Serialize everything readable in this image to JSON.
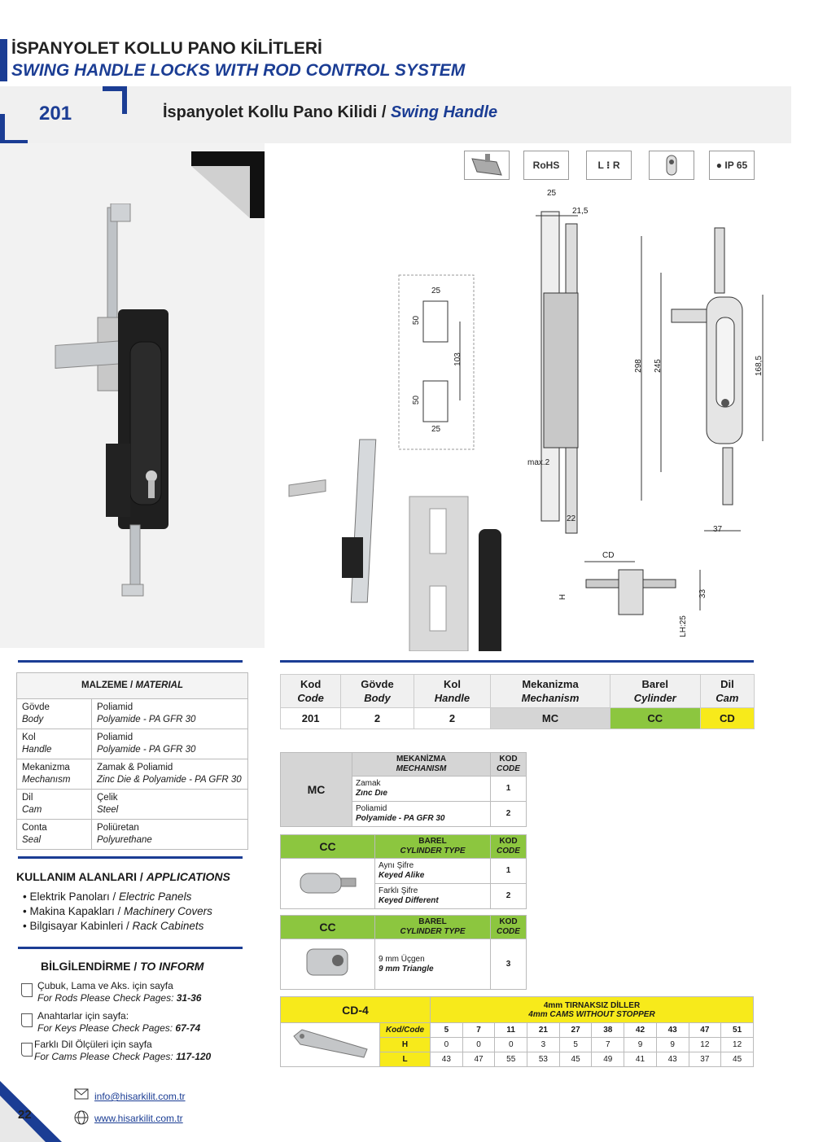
{
  "header": {
    "title_tr": "İSPANYOLET KOLLU PANO KİLİTLERİ",
    "title_en": "SWING HANDLE LOCKS WITH ROD CONTROL SYSTEM"
  },
  "product": {
    "code": "201",
    "title_tr": "İspanyolet Kollu Pano Kilidi / ",
    "title_en": "Swing Handle"
  },
  "icons": [
    {
      "name": "rod-profile-icon",
      "label": ""
    },
    {
      "name": "rohs-icon",
      "label": "RoHS"
    },
    {
      "name": "left-right-icon",
      "label": "L ⁝ R"
    },
    {
      "name": "cylinder-icon",
      "label": ""
    },
    {
      "name": "ip65-icon",
      "label": "IP 65"
    }
  ],
  "dimensions": {
    "cutout_w1": "25",
    "cutout_h1": "50",
    "cutout_gap": "103",
    "cutout_h2": "50",
    "cutout_w2": "25",
    "side_top": "25",
    "side_top2": "21,5",
    "side_max": "max.2",
    "side_bottom": "22",
    "front_298": "298",
    "front_245": "245",
    "front_1685": "168,5",
    "front_37": "37",
    "cam_cd": "CD",
    "cam_h": "H",
    "cam_33": "33",
    "cam_lh": "LH:25"
  },
  "material": {
    "header": "MALZEME / ",
    "header_en": "MATERIAL",
    "rows": [
      {
        "part_tr": "Gövde",
        "part_en": "Body",
        "mat_tr": "Poliamid",
        "mat_en": "Polyamide - PA GFR 30"
      },
      {
        "part_tr": "Kol",
        "part_en": "Handle",
        "mat_tr": "Poliamid",
        "mat_en": "Polyamide - PA GFR 30"
      },
      {
        "part_tr": "Mekanizma",
        "part_en": "Mechanısm",
        "mat_tr": "Zamak & Poliamid",
        "mat_en": "Zinc Die & Polyamide - PA GFR 30"
      },
      {
        "part_tr": "Dil",
        "part_en": "Cam",
        "mat_tr": "Çelik",
        "mat_en": "Steel"
      },
      {
        "part_tr": "Conta",
        "part_en": "Seal",
        "mat_tr": "Poliüretan",
        "mat_en": "Polyurethane"
      }
    ]
  },
  "applications": {
    "title_tr": "KULLANIM ALANLARI / ",
    "title_en": "APPLICATIONS",
    "items": [
      {
        "tr": "Elektrik Panoları / ",
        "en": "Electric Panels"
      },
      {
        "tr": "Makina Kapakları / ",
        "en": "Machinery Covers"
      },
      {
        "tr": "Bilgisayar Kabinleri / ",
        "en": "Rack Cabinets"
      }
    ]
  },
  "inform": {
    "title_tr": "BİLGİLENDİRME / ",
    "title_en": "TO INFORM",
    "items": [
      {
        "tr": "Çubuk, Lama ve Aks. için sayfa",
        "en": "For Rods Please Check Pages: ",
        "pages": "31-36"
      },
      {
        "tr": "Anahtarlar için sayfa:",
        "en": "For Keys Please Check Pages: ",
        "pages": "67-74"
      },
      {
        "tr": "Farklı Dil Ölçüleri için sayfa",
        "en": "For Cams Please Check Pages: ",
        "pages": "117-120"
      }
    ]
  },
  "code_table": {
    "headers": [
      {
        "tr": "Kod",
        "en": "Code"
      },
      {
        "tr": "Gövde",
        "en": "Body"
      },
      {
        "tr": "Kol",
        "en": "Handle"
      },
      {
        "tr": "Mekanizma",
        "en": "Mechanism"
      },
      {
        "tr": "Barel",
        "en": "Cylinder"
      },
      {
        "tr": "Dil",
        "en": "Cam"
      }
    ],
    "values": [
      "201",
      "2",
      "2",
      "MC",
      "CC",
      "CD"
    ]
  },
  "mechanism": {
    "code": "MC",
    "header_tr": "MEKANİZMA",
    "header_en": "MECHANISM",
    "kod_tr": "KOD",
    "kod_en": "CODE",
    "rows": [
      {
        "tr": "Zamak",
        "en": "Zınc Dıe",
        "code": "1"
      },
      {
        "tr": "Poliamid",
        "en": "Polyamide - PA GFR 30",
        "code": "2"
      }
    ]
  },
  "cylinder1": {
    "code": "CC",
    "header_tr": "BAREL",
    "header_en": "CYLINDER TYPE",
    "kod_tr": "KOD",
    "kod_en": "CODE",
    "rows": [
      {
        "tr": "Aynı Şifre",
        "en": "Keyed Alike",
        "code": "1"
      },
      {
        "tr": "Farklı Şifre",
        "en": "Keyed Different",
        "code": "2"
      }
    ]
  },
  "cylinder2": {
    "code": "CC",
    "header_tr": "BAREL",
    "header_en": "CYLINDER TYPE",
    "kod_tr": "KOD",
    "kod_en": "CODE",
    "rows": [
      {
        "tr": "9 mm Üçgen",
        "en": "9 mm Triangle",
        "code": "3"
      }
    ]
  },
  "cams": {
    "code": "CD-4",
    "header_tr": "4mm TIRNAKSIZ DİLLER",
    "header_en": "4mm CAMS WITHOUT STOPPER",
    "row_labels": [
      "Kod/Code",
      "H",
      "L"
    ],
    "codes": [
      "5",
      "7",
      "11",
      "21",
      "27",
      "38",
      "42",
      "43",
      "47",
      "51"
    ],
    "H": [
      "0",
      "0",
      "0",
      "3",
      "5",
      "7",
      "9",
      "9",
      "12",
      "12"
    ],
    "L": [
      "43",
      "47",
      "55",
      "53",
      "45",
      "49",
      "41",
      "43",
      "37",
      "45"
    ]
  },
  "footer": {
    "page": "22",
    "email": "info@hisarkilit.com.tr",
    "web": "www.hisarkilit.com.tr"
  },
  "colors": {
    "brand_blue": "#1b3d94",
    "gray_cell": "#d5d5d5",
    "green_cell": "#8cc63f",
    "yellow_cell": "#f7ea1b"
  }
}
